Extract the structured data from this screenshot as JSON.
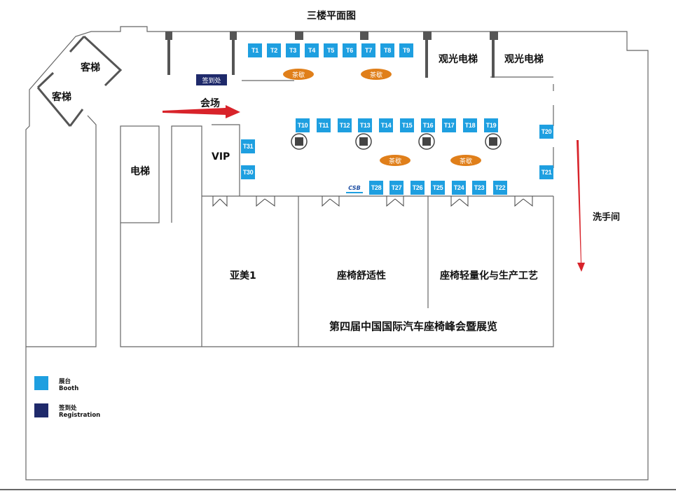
{
  "title": "三楼平面图",
  "labels": {
    "passenger_elevator": "客梯",
    "sightseeing_elevator": "观光电梯",
    "elevator": "电梯",
    "venue": "会场",
    "vip": "VIP",
    "restroom": "洗手间",
    "registration_desk": "签到处",
    "room_yamei": "亚美1",
    "room_comfort": "座椅舒适性",
    "room_lightweight": "座椅轻量化与生产工艺",
    "event_name": "第四届中国国际汽车座椅峰会暨展览",
    "tea_break": "茶歇",
    "logo": "CSB"
  },
  "legend": {
    "booth_cn": "展台",
    "booth_en": "Booth",
    "registration_cn": "签到处",
    "registration_en": "Registration"
  },
  "booths_top": [
    "T1",
    "T2",
    "T3",
    "T4",
    "T5",
    "T6",
    "T7",
    "T8",
    "T9"
  ],
  "booths_middle": [
    "T10",
    "T11",
    "T12",
    "T13",
    "T14",
    "T15",
    "T16",
    "T17",
    "T18",
    "T19"
  ],
  "booths_bottom": [
    "T28",
    "T27",
    "T26",
    "T25",
    "T24",
    "T23",
    "T22"
  ],
  "booths_left": [
    "T31",
    "T30"
  ],
  "booths_right": [
    "T20",
    "T21"
  ],
  "colors": {
    "booth": "#1e9fe0",
    "registration": "#1f2a6b",
    "tea": "#e07f1a",
    "arrow": "#d8232a",
    "wall": "#555555"
  }
}
